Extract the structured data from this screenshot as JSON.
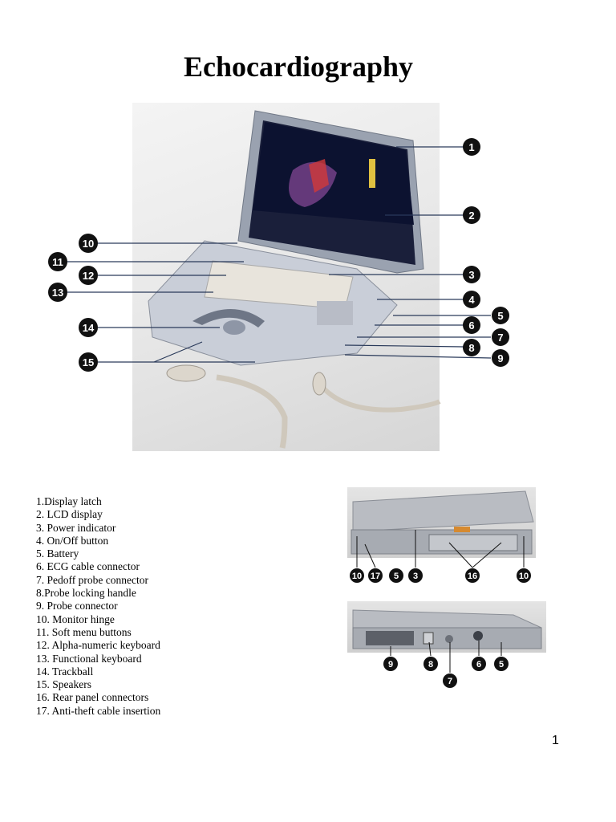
{
  "title": "Echocardiography",
  "main_callouts": [
    "1",
    "2",
    "3",
    "4",
    "5",
    "6",
    "7",
    "8",
    "9",
    "10",
    "11",
    "12",
    "13",
    "14",
    "15"
  ],
  "legend": [
    "1.Display latch",
    "2. LCD display",
    "3. Power indicator",
    "4. On/Off button",
    "5. Battery",
    "6. ECG cable connector",
    "7. Pedoff probe connector",
    "8.Probe locking handle",
    "9. Probe connector",
    "10. Monitor hinge",
    "11. Soft menu buttons",
    "12. Alpha-numeric keyboard",
    "13. Functional keyboard",
    "14. Trackball",
    "15. Speakers",
    "16. Rear panel connectors",
    "17. Anti-theft cable insertion"
  ],
  "rear_view_callouts": [
    "10",
    "17",
    "5",
    "3",
    "16",
    "10"
  ],
  "side_view_callouts": [
    "9",
    "8",
    "7",
    "6",
    "5"
  ],
  "page_number": "1"
}
